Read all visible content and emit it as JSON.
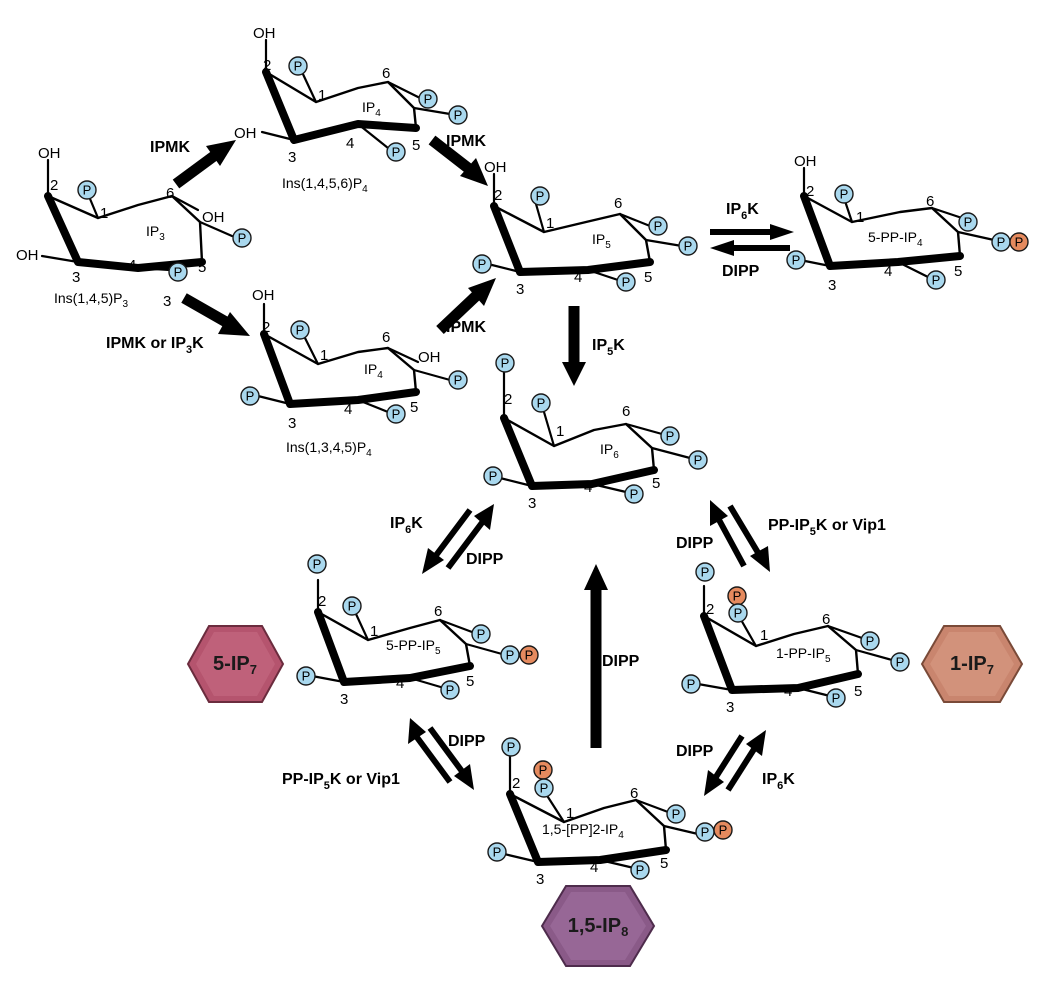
{
  "enzymes": {
    "ipmk": "IPMK",
    "ipmk_or_ip3k_a": "IPMK or IP",
    "ipmk_or_ip3k_sub": "3",
    "ipmk_or_ip3k_b": "K",
    "ip6k_a": "IP",
    "ip6k_sub": "6",
    "ip6k_b": "K",
    "ip5k_a": "IP",
    "ip5k_sub": "5",
    "ip5k_b": "K",
    "dipp": "DIPP",
    "ppip5k_a": "PP-IP",
    "ppip5k_sub": "5",
    "ppip5k_b": "K or Vip1"
  },
  "compounds": {
    "ins145p3_a": "Ins(1,4,5)P",
    "ins145p3_sub": "3",
    "ins1456p4_a": "Ins(1,4,5,6)P",
    "ins1456p4_sub": "4",
    "ins1345p4_a": "Ins(1,3,4,5)P",
    "ins1345p4_sub": "4"
  },
  "ring_labels": {
    "ip3_a": "IP",
    "ip3_sub": "3",
    "ip4_a": "IP",
    "ip4_sub": "4",
    "ip5_a": "IP",
    "ip5_sub": "5",
    "ip6_a": "IP",
    "ip6_sub": "6",
    "pp_ip4_a": "5-PP-IP",
    "pp_ip4_sub": "4",
    "pp5_ip5_a": "5-PP-IP",
    "pp5_ip5_sub": "5",
    "pp1_ip5_a": "1-PP-IP",
    "pp1_ip5_sub": "5",
    "pp15_ip4_a": "1,5-[PP]2-IP",
    "pp15_ip4_sub": "4"
  },
  "products": {
    "ip7_5_a": "5-IP",
    "ip7_5_sub": "7",
    "ip7_1_a": "1-IP",
    "ip7_1_sub": "7",
    "ip8_a": "1,5-IP",
    "ip8_sub": "8"
  },
  "atoms": {
    "oh": "OH",
    "p": "P",
    "n1": "1",
    "n2": "2",
    "n3": "3",
    "n4": "4",
    "n5": "5",
    "n6": "6"
  },
  "colors": {
    "phosphate": "#a9d8ee",
    "pyrophosphate": "#e58a5e",
    "hex_5ip7": "#b5546e",
    "hex_1ip7": "#c9856e",
    "hex_15ip8": "#8a5a88"
  }
}
